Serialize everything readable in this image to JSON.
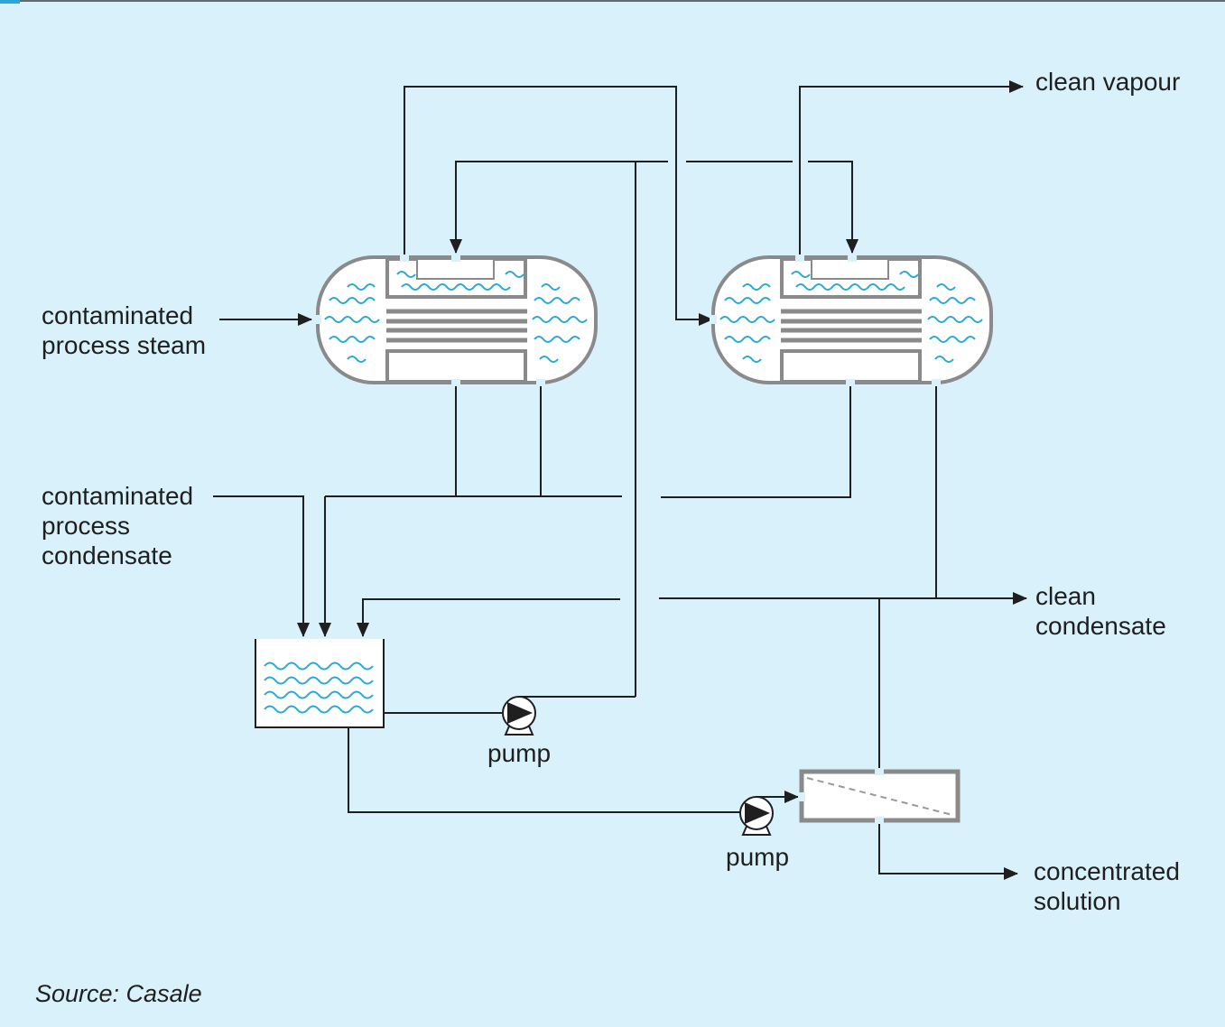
{
  "labels": {
    "contaminated_steam": "contaminated\nprocess steam",
    "contaminated_condensate": "contaminated\nprocess\ncondensate",
    "clean_vapour": "clean vapour",
    "clean_condensate": "clean\ncondensate",
    "concentrated_solution": "concentrated\nsolution",
    "pump_1": "pump",
    "pump_2": "pump"
  },
  "source": "Source: Casale",
  "colors": {
    "background": "#d8f1fb",
    "vessel_outline": "#8a8a8a",
    "line": "#1f1f1f",
    "liquid_wave": "#29a9d6",
    "vessel_fill": "#ffffff"
  }
}
